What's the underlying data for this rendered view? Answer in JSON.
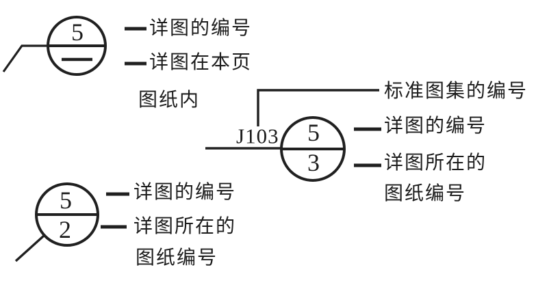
{
  "colors": {
    "ink": "#202020",
    "background": "#ffffff"
  },
  "figures": {
    "same_sheet": {
      "description": "detail symbol - detail drawn on this sheet",
      "detail_number": "5",
      "labels": {
        "detail_number": "详图的编号",
        "in_this_sheet_line1": "详图在本页",
        "in_this_sheet_line2": "图纸内"
      }
    },
    "standard_atlas": {
      "description": "detail symbol - detail from standard atlas",
      "atlas_code": "J103",
      "detail_number": "5",
      "sheet_number": "3",
      "labels": {
        "atlas_code": "标准图集的编号",
        "detail_number": "详图的编号",
        "sheet_line1": "详图所在的",
        "sheet_line2": "图纸编号"
      }
    },
    "other_sheet": {
      "description": "detail symbol - detail drawn on another sheet",
      "detail_number": "5",
      "sheet_number": "2",
      "labels": {
        "detail_number": "详图的编号",
        "sheet_line1": "详图所在的",
        "sheet_line2": "图纸编号"
      }
    }
  }
}
